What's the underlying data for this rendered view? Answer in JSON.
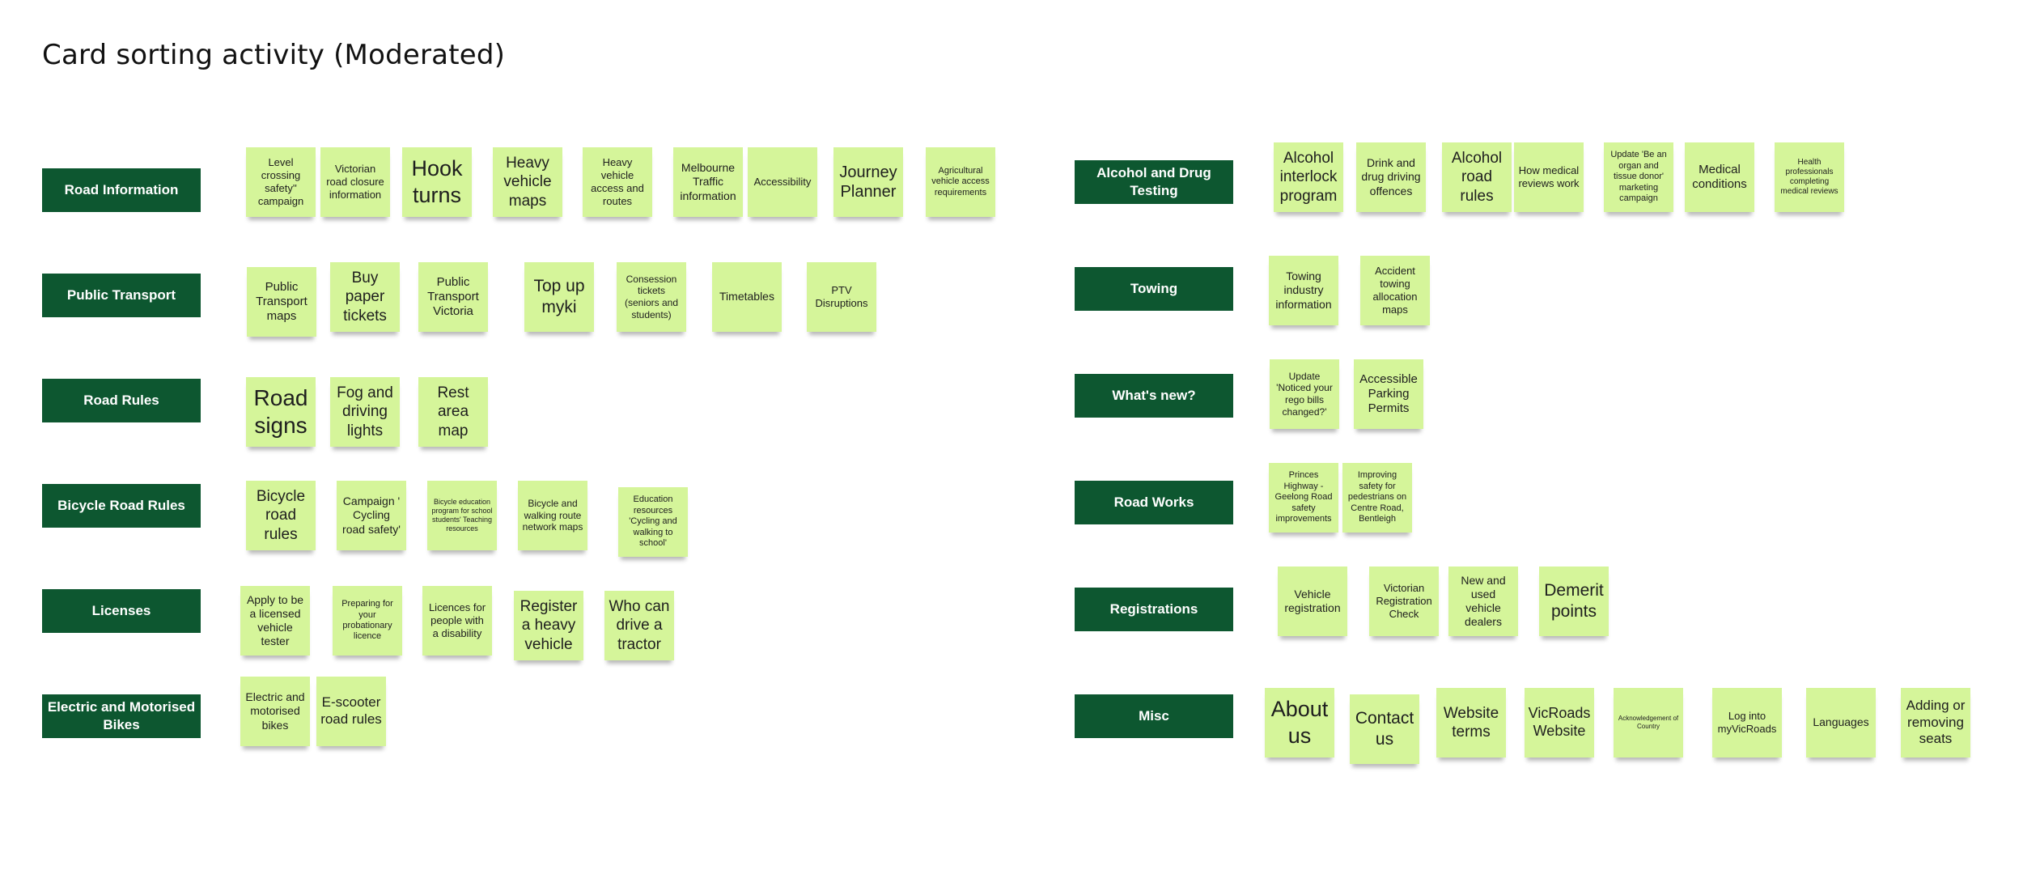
{
  "board_title": "Card sorting activity (Moderated)",
  "colors": {
    "category_fill": "#0d5730",
    "note_fill": "#d5f59a"
  },
  "categories": [
    {
      "label": "Road Information",
      "cards": [
        "Level crossing safety'' campaign",
        "Victorian road closure information",
        "Hook turns",
        "Heavy vehicle maps",
        "Heavy vehicle access and routes",
        "Melbourne Traffic information",
        "Accessibility",
        "Journey Planner",
        "Agricultural vehicle access requirements"
      ]
    },
    {
      "label": "Public Transport",
      "cards": [
        "Public Transport maps",
        "Buy paper tickets",
        "Public Transport Victoria",
        "Top up myki",
        "Consession tickets (seniors and students)",
        "Timetables",
        "PTV Disruptions"
      ]
    },
    {
      "label": "Road Rules",
      "cards": [
        "Road signs",
        "Fog and driving lights",
        "Rest area map"
      ]
    },
    {
      "label": "Bicycle Road Rules",
      "cards": [
        "Bicycle road rules",
        "Campaign ' Cycling road safety'",
        "Bicycle education program for school students' Teaching resources",
        "Bicycle and walking route network maps",
        "Education resources 'Cycling and walking to school'"
      ]
    },
    {
      "label": "Licenses",
      "cards": [
        "Apply to be a licensed vehicle tester",
        "Preparing for your probationary licence",
        "Licences for people with a disability",
        "Register a heavy vehicle",
        "Who can drive a tractor"
      ]
    },
    {
      "label": "Electric and Motorised Bikes",
      "cards": [
        "Electric and motorised bikes",
        "E-scooter road rules"
      ]
    },
    {
      "label": "Alcohol and Drug Testing",
      "cards": [
        "Alcohol interlock program",
        "Drink and drug driving offences",
        "Alcohol road rules",
        "How medical reviews work",
        "Update 'Be an organ and tissue donor' marketing campaign",
        "Medical conditions",
        "Health professionals completing medical reviews"
      ]
    },
    {
      "label": "Towing",
      "cards": [
        "Towing industry information",
        "Accident towing allocation maps"
      ]
    },
    {
      "label": "What's new?",
      "cards": [
        "Update 'Noticed your rego bills changed?'",
        "Accessible Parking Permits"
      ]
    },
    {
      "label": "Road Works",
      "cards": [
        "Princes Highway - Geelong Road safety improvements",
        "Improving safety for pedestrians on Centre Road, Bentleigh"
      ]
    },
    {
      "label": "Registrations",
      "cards": [
        "Vehicle registration",
        "Victorian Registration Check",
        "New and used vehicle dealers",
        "Demerit points"
      ]
    },
    {
      "label": "Misc",
      "cards": [
        "About us",
        "Contact us",
        "Website terms",
        "VicRoads Website",
        "Acknowledgement of Country",
        "Log into myVicRoads",
        "Languages",
        "Adding or removing seats"
      ]
    }
  ]
}
